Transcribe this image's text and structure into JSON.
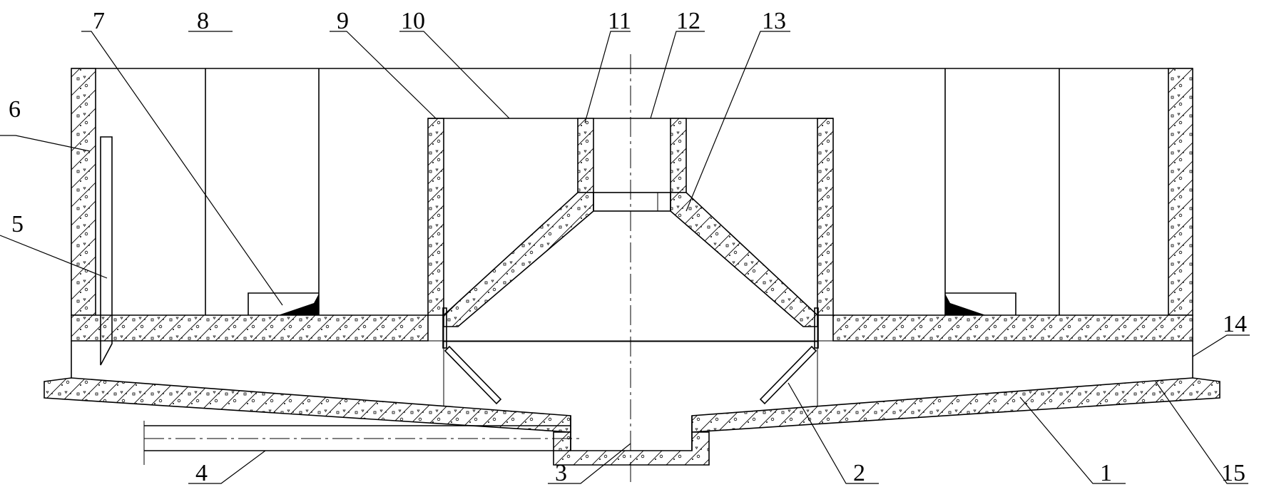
{
  "labels": [
    {
      "id": "1",
      "text": "1"
    },
    {
      "id": "2",
      "text": "2"
    },
    {
      "id": "3",
      "text": "3"
    },
    {
      "id": "4",
      "text": "4"
    },
    {
      "id": "5",
      "text": "5"
    },
    {
      "id": "6",
      "text": "6"
    },
    {
      "id": "7",
      "text": "7"
    },
    {
      "id": "8",
      "text": "8"
    },
    {
      "id": "9",
      "text": "9"
    },
    {
      "id": "10",
      "text": "10"
    },
    {
      "id": "11",
      "text": "11"
    },
    {
      "id": "12",
      "text": "12"
    },
    {
      "id": "13",
      "text": "13"
    },
    {
      "id": "14",
      "text": "14"
    },
    {
      "id": "15",
      "text": "15"
    }
  ],
  "colors": {
    "line": "#000000",
    "background": "#ffffff"
  }
}
